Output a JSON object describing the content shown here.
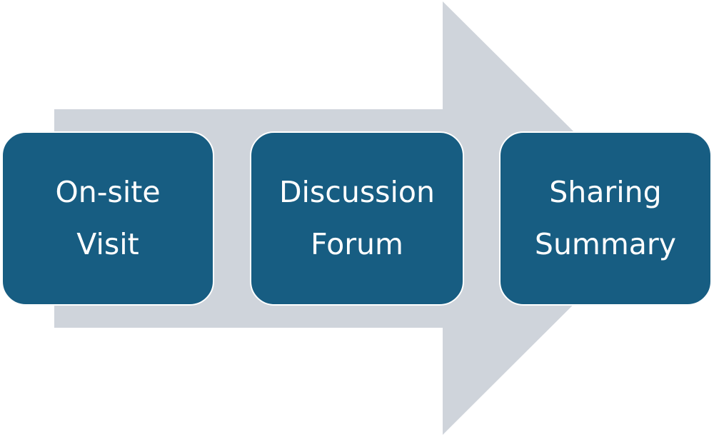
{
  "colors": {
    "arrow": "#cfd4db",
    "box": "#175d82",
    "text": "#ffffff"
  },
  "steps": [
    {
      "line1": "On-site",
      "line2": "Visit"
    },
    {
      "line1": "Discussion",
      "line2": "Forum"
    },
    {
      "line1": "Sharing",
      "line2": "Summary"
    }
  ]
}
